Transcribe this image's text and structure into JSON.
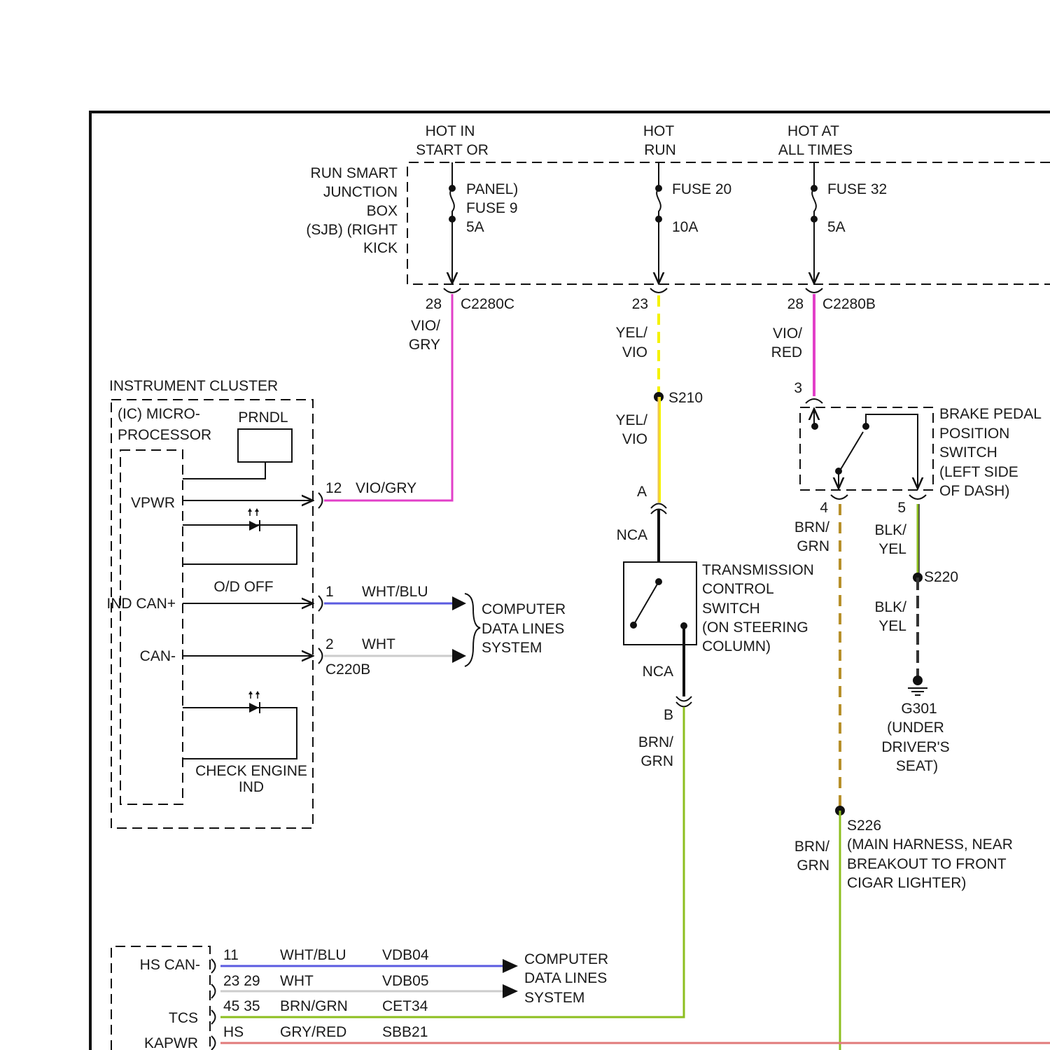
{
  "sources": {
    "start": [
      "HOT IN",
      "START OR"
    ],
    "run": [
      "HOT",
      "RUN"
    ],
    "all_times": [
      "HOT AT",
      "ALL TIMES"
    ]
  },
  "sjb": {
    "label": [
      "RUN SMART",
      "JUNCTION",
      "BOX",
      "(SJB) (RIGHT",
      "KICK"
    ],
    "fuse9": [
      "PANEL)",
      "FUSE 9",
      "5A"
    ],
    "fuse20": [
      "FUSE 20",
      "10A"
    ],
    "fuse32": [
      "FUSE 32",
      "5A"
    ]
  },
  "connectors": {
    "c2280c_pin": "28",
    "c2280c": "C2280C",
    "c2280_23_pin": "23",
    "c2280b_pin": "28",
    "c2280b": "C2280B",
    "c220b": "C220B",
    "pin12": "12",
    "pin1": "1",
    "pin2": "2",
    "bpps_pin3": "3",
    "bpps_pin4": "4",
    "bpps_pin5": "5",
    "tcs_a": "A",
    "tcs_b": "B"
  },
  "wires": {
    "vio_gry_1": "VIO/",
    "vio_gry_2": "GRY",
    "yel_vio_1a": "YEL/",
    "yel_vio_1b": "VIO",
    "yel_vio_2a": "YEL/",
    "yel_vio_2b": "VIO",
    "vio_red_1": "VIO/",
    "vio_red_2": "RED",
    "vio_gry_ic": "VIO/GRY",
    "wht_blu_ic": "WHT/BLU",
    "wht_ic": "WHT",
    "nca_top": "NCA",
    "nca_bottom": "NCA",
    "brn_grn_tcs_1": "BRN/",
    "brn_grn_tcs_2": "GRN",
    "brn_grn_4_1": "BRN/",
    "brn_grn_4_2": "GRN",
    "blk_yel_5_1": "BLK/",
    "blk_yel_5_2": "YEL",
    "blk_yel_g_1": "BLK/",
    "blk_yel_g_2": "YEL",
    "brn_grn_s226_1": "BRN/",
    "brn_grn_s226_2": "GRN"
  },
  "splices": {
    "s210": "S210",
    "s220": "S220",
    "s226": [
      "S226",
      "(MAIN HARNESS, NEAR",
      "BREAKOUT TO FRONT",
      "CIGAR LIGHTER)"
    ]
  },
  "ground": [
    "G301",
    "(UNDER",
    "DRIVER'S",
    "SEAT)"
  ],
  "instrument_cluster": {
    "title": "INSTRUMENT CLUSTER",
    "micro": [
      "(IC) MICRO-",
      "PROCESSOR"
    ],
    "prndl": "PRNDL",
    "vpwr": "VPWR",
    "od_off": "O/D OFF",
    "can_plus": "IND CAN+",
    "can_minus": "CAN-",
    "check_engine": [
      "CHECK ENGINE",
      "IND"
    ]
  },
  "computer_data_lines": [
    "COMPUTER",
    "DATA LINES",
    "SYSTEM"
  ],
  "tcs": [
    "TRANSMISSION",
    "CONTROL",
    "SWITCH",
    "(ON STEERING",
    "COLUMN)"
  ],
  "bpps": [
    "BRAKE PEDAL",
    "POSITION",
    "SWITCH",
    "(LEFT SIDE",
    "OF DASH)"
  ],
  "pcm": {
    "hs_can": "HS CAN-",
    "tcs": "TCS",
    "kapwr": "KAPWR",
    "rows": [
      {
        "pins": "11",
        "color": "WHT/BLU",
        "circuit": "VDB04"
      },
      {
        "pins": "23 29",
        "color": "WHT",
        "circuit": "VDB05"
      },
      {
        "pins": "45 35",
        "color": "BRN/GRN",
        "circuit": "CET34"
      },
      {
        "pins": "HS",
        "color": "GRY/RED",
        "circuit": "SBB21"
      }
    ]
  },
  "colors": {
    "vio_gry": "#e23fc8",
    "vio_red": "#e23fc8",
    "yel": "#f5f200",
    "wht_blu": "#5b5be0",
    "wht": "#cccccc",
    "brn_grn_dash": "#b7902a",
    "brn_grn": "#8dbf1f",
    "gry_red": "#e07a7a"
  }
}
